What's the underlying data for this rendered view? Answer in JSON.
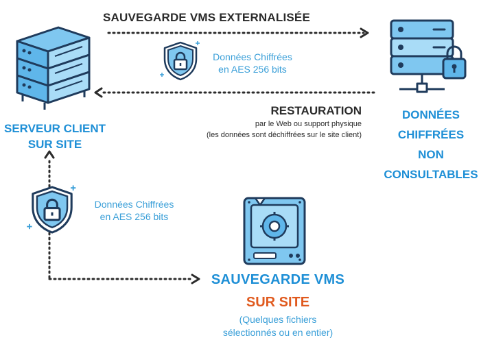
{
  "backup_external": {
    "title": "SAUVEGARDE VMS EXTERNALISÉE"
  },
  "encryption_top": {
    "line1": "Données Chiffrées",
    "line2": "en AES 256 bits"
  },
  "encryption_left": {
    "line1": "Données Chiffrées",
    "line2": "en AES 256 bits"
  },
  "restoration": {
    "title": "RESTAURATION",
    "line1": "par le Web ou support physique",
    "line2": "(les données sont déchiffrées sur le site client)"
  },
  "client_server": {
    "line1": "SERVEUR CLIENT",
    "line2": "SUR SITE"
  },
  "remote_data": {
    "line1": "DONNÉES",
    "line2": "CHIFFRÉES",
    "line3": "NON",
    "line4": "CONSULTABLES"
  },
  "onsite_backup": {
    "line1": "SAUVEGARDE VMS",
    "line2": "SUR SITE",
    "note1": "(Quelques fichiers",
    "note2": "sélectionnés ou en entier)"
  },
  "colors": {
    "blue": "#1e8fd6",
    "light_blue": "#3a9fd8",
    "orange": "#e05a1e",
    "dark": "#2b2b2b"
  },
  "icons": [
    "server-stack-icon",
    "remote-server-lock-icon",
    "shield-lock-icon",
    "hard-drive-icon"
  ]
}
